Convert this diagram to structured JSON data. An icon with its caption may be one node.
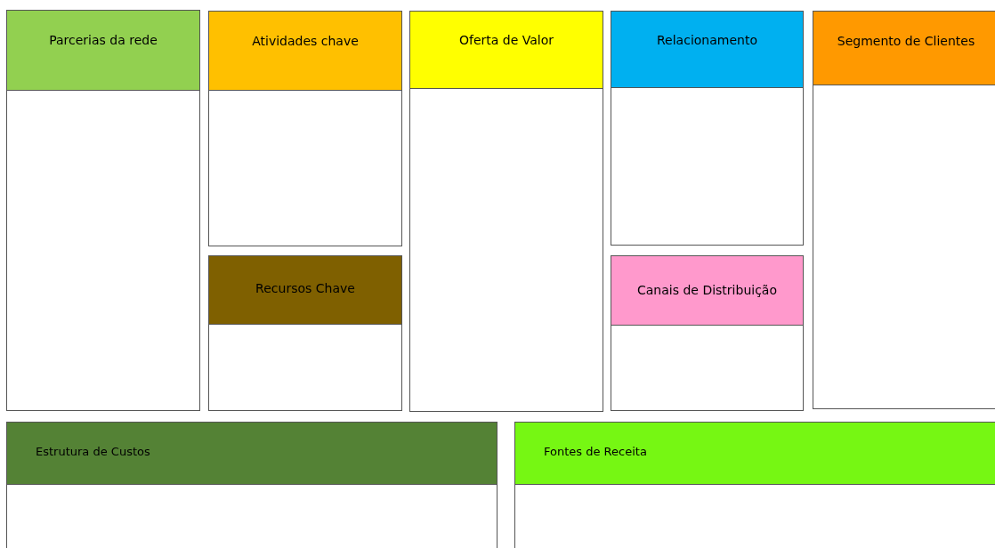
{
  "diagram": {
    "nodes": [
      {
        "text": [
          "Parcerias da rede"
        ]
      },
      {
        "text": [
          "Atividades chave"
        ]
      },
      {
        "text": [
          "Recursos Chave"
        ]
      },
      {
        "text": [
          "Oferta de Valor"
        ]
      },
      {
        "text": [
          "Relacionamento"
        ]
      },
      {
        "text": [
          "Canais de Distribuição"
        ]
      },
      {
        "text": [
          "Segmento de Clientes"
        ]
      },
      {
        "text": [
          "Estrutura de Custos"
        ]
      },
      {
        "text": [
          "Fontes de Receita"
        ]
      }
    ]
  }
}
